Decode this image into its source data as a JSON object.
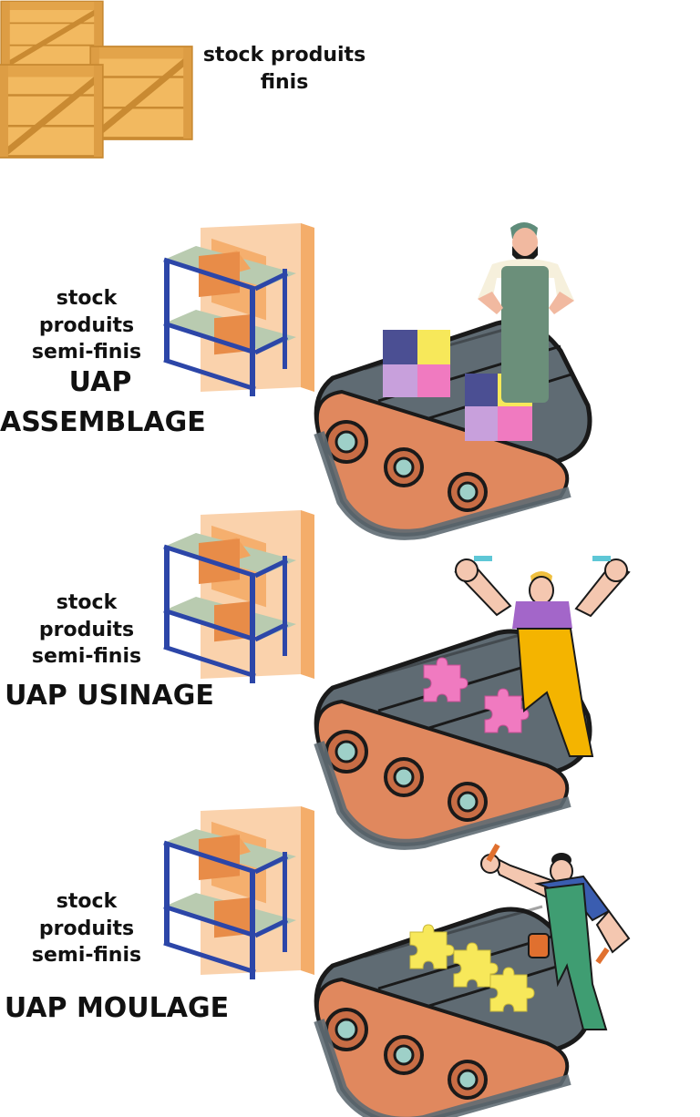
{
  "top": {
    "stock_label": "stock produits\nfinis"
  },
  "sections": [
    {
      "stock_label": "stock produits\nsemi-finis",
      "uap_label": "UAP\nASSEMBLAGE"
    },
    {
      "stock_label": "stock produits\nsemi-finis",
      "uap_label": "UAP USINAGE"
    },
    {
      "stock_label": "stock produits\nsemi-finis",
      "uap_label": "UAP MOULAGE"
    }
  ],
  "colors": {
    "crate": "#f2b960",
    "crate_dark": "#c98a32",
    "belt": "#5f6b73",
    "roller": "#e0885e",
    "shelf": "#2c46a8",
    "box": "#f0a35a",
    "puzzle_pink": "#f07ac0",
    "puzzle_yellow": "#f7e85a",
    "puzzle_navy": "#4b4f93",
    "puzzle_lilac": "#c8a0dc"
  }
}
